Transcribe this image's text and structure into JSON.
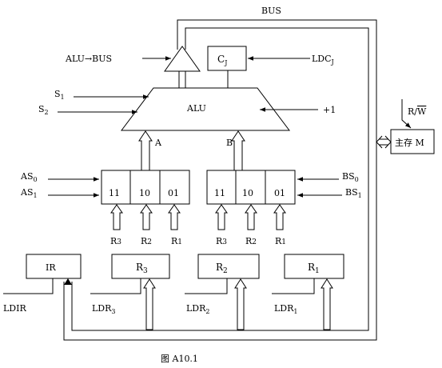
{
  "diagram": {
    "caption": "图 A10.1",
    "bus_label": "BUS",
    "alu_bus_label": "ALU→BUS",
    "cj": {
      "main": "C",
      "sub": "J"
    },
    "ldcj": {
      "main": "LDC",
      "sub": "J"
    },
    "s1": {
      "main": "S",
      "sub": "1"
    },
    "s2": {
      "main": "S",
      "sub": "2"
    },
    "alu_label": "ALU",
    "plus_one": "+1",
    "a_label": "A",
    "b_label": "B",
    "rw_label": {
      "r": "R/",
      "w": "W"
    },
    "memory_label": "主存 M",
    "as0": {
      "main": "AS",
      "sub": "0"
    },
    "as1": {
      "main": "AS",
      "sub": "1"
    },
    "bs0": {
      "main": "BS",
      "sub": "0"
    },
    "bs1": {
      "main": "BS",
      "sub": "1"
    },
    "mux_a_cells": [
      "11",
      "10",
      "01"
    ],
    "mux_b_cells": [
      "11",
      "10",
      "01"
    ],
    "mux_a_inputs": [
      {
        "main": "R",
        "sub": "3"
      },
      {
        "main": "R",
        "sub": "2"
      },
      {
        "main": "R",
        "sub": "1"
      }
    ],
    "mux_b_inputs": [
      {
        "main": "R",
        "sub": "3"
      },
      {
        "main": "R",
        "sub": "2"
      },
      {
        "main": "R",
        "sub": "1"
      }
    ],
    "ir_label": "IR",
    "r3": {
      "main": "R",
      "sub": "3"
    },
    "r2": {
      "main": "R",
      "sub": "2"
    },
    "r1": {
      "main": "R",
      "sub": "1"
    },
    "ldir": "LDIR",
    "ldr3": {
      "main": "LDR",
      "sub": "3"
    },
    "ldr2": {
      "main": "LDR",
      "sub": "2"
    },
    "ldr1": {
      "main": "LDR",
      "sub": "1"
    }
  }
}
